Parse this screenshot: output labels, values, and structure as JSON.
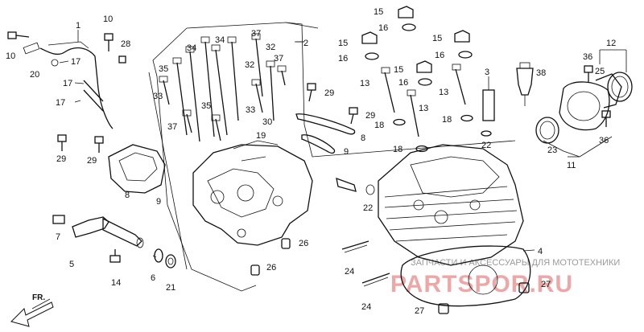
{
  "labels": {
    "l10a": "10",
    "l10b": "10",
    "l1": "1",
    "l20": "20",
    "l17a": "17",
    "l17b": "17",
    "l17c": "17",
    "l28": "28",
    "l34a": "34",
    "l34b": "34",
    "l37a": "37",
    "l32a": "32",
    "l37b": "37",
    "l2": "2",
    "l35a": "35",
    "l32b": "32",
    "l33a": "33",
    "l35b": "35",
    "l33b": "33",
    "l37c": "37",
    "l30": "30",
    "l19": "19",
    "l29a": "29",
    "l29b": "29",
    "l29c": "29",
    "l29d": "29",
    "l8a": "8",
    "l8b": "8",
    "l9a": "9",
    "l9b": "9",
    "l7": "7",
    "l5": "5",
    "l14": "14",
    "l6": "6",
    "l21": "21",
    "l26a": "26",
    "l26b": "26",
    "l24a": "24",
    "l24b": "24",
    "l22a": "22",
    "l22b": "22",
    "l15a": "15",
    "l16a": "16",
    "l15b": "15",
    "l16b": "16",
    "l15c": "15",
    "l16c": "16",
    "l15d": "15",
    "l16d": "16",
    "l13a": "13",
    "l13b": "13",
    "l13c": "13",
    "l18a": "18",
    "l18b": "18",
    "l18c": "18",
    "l3": "3",
    "l38": "38",
    "l36a": "36",
    "l25": "25",
    "l12": "12",
    "l23": "23",
    "l36b": "36",
    "l11": "11",
    "l4": "4",
    "l27a": "27",
    "l27b": "27"
  },
  "watermark": {
    "caption": "ЗАПЧАСТИ И АКСЕССУАРЫ ДЛЯ МОТОТЕХНИКИ",
    "site": "PARTSPOR.RU"
  },
  "direction_label": "FR."
}
